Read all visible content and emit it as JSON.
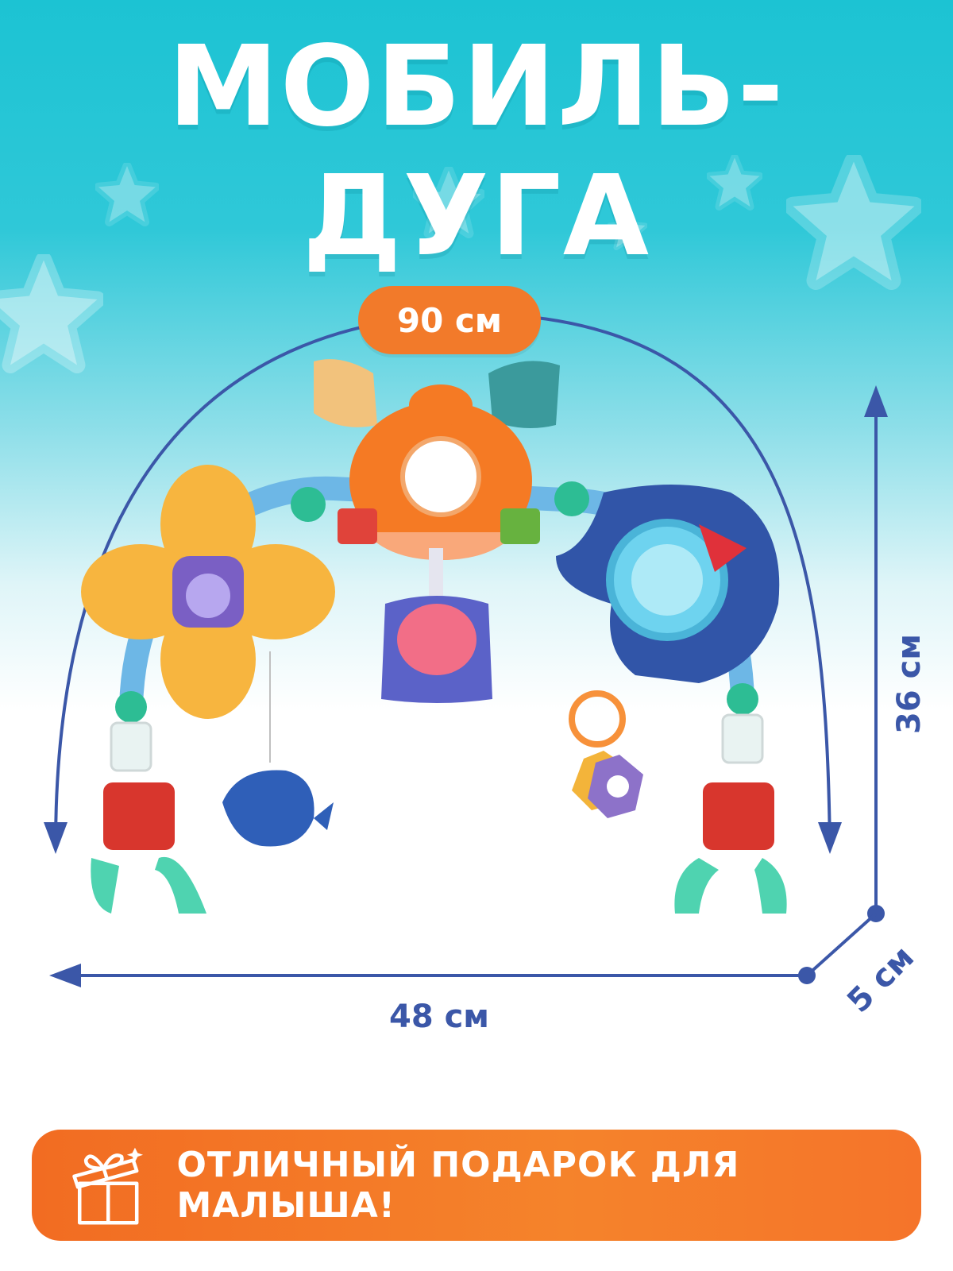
{
  "header": {
    "title": "МОБИЛЬ-ДУГА"
  },
  "dimensions": {
    "arc_length": "90 см",
    "height": "36 см",
    "width": "48 см",
    "depth": "5 см"
  },
  "banner": {
    "text": "ОТЛИЧНЫЙ ПОДАРОК ДЛЯ МАЛЫША!",
    "icon": "gift-icon"
  },
  "colors": {
    "accent_orange": "#f27a2a",
    "dimension_blue": "#3b57a8",
    "background_teal": "#1cc3d3"
  }
}
